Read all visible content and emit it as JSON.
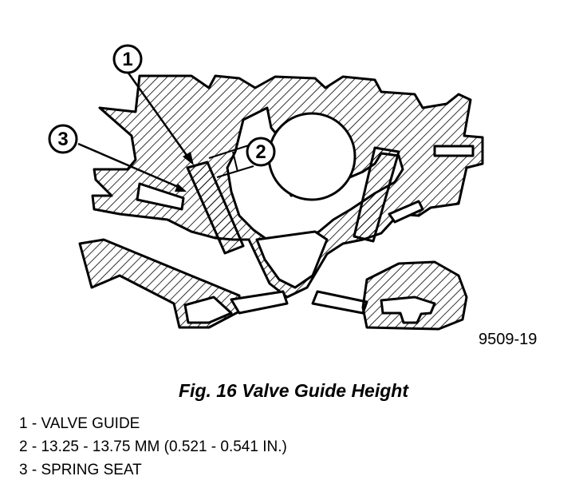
{
  "figure": {
    "id": "9509-19",
    "caption": "Fig. 16 Valve Guide Height"
  },
  "callouts": [
    "1",
    "2",
    "3"
  ],
  "legend": [
    "1 - VALVE GUIDE",
    "2 - 13.25 - 13.75 MM (0.521 - 0.541 IN.)",
    "3 - SPRING SEAT"
  ]
}
